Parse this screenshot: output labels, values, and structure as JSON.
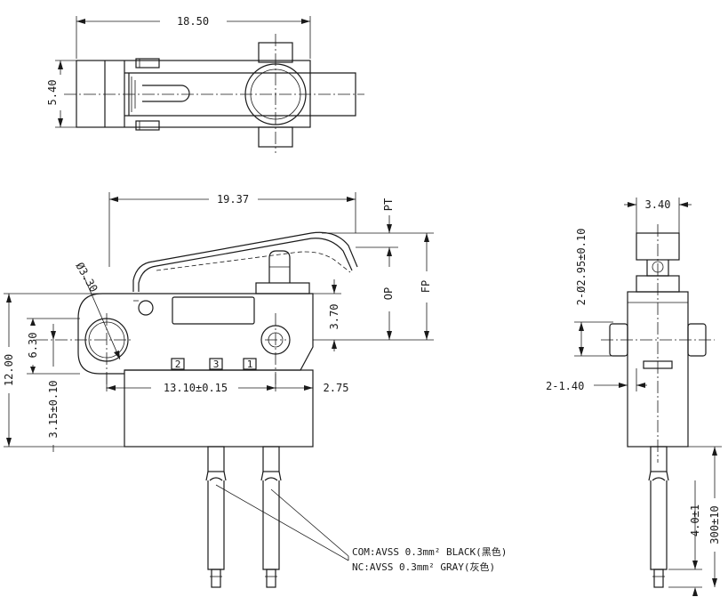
{
  "title": "",
  "top_view": {
    "width_dim": "18.50",
    "height_dim": "5.40"
  },
  "front_view": {
    "length_dim": "19.37",
    "hole_dim": "Ø3.30",
    "pt_label": "PT",
    "op_label": "OP",
    "fp_label": "FP",
    "height_dim": "12.00",
    "hole_vertical_dim": "6.30",
    "actuator_dim": "3.70",
    "bottom_offset_dim": "3.15±0.10",
    "hole_spacing_dim": "13.10±0.15",
    "right_offset_dim": "2.75",
    "terminals": [
      "2",
      "3",
      "1"
    ]
  },
  "side_view": {
    "width_dim": "3.40",
    "pin_dim": "2-Ø2.95±0.10",
    "offset_dim": "2-1.40",
    "strip_dim": "4.0±1",
    "wire_length_dim": "300±10"
  },
  "wires": {
    "com": "COM:AVSS 0.3mm² BLACK(黑色)",
    "nc": "NC:AVSS 0.3mm² GRAY(灰色)"
  }
}
